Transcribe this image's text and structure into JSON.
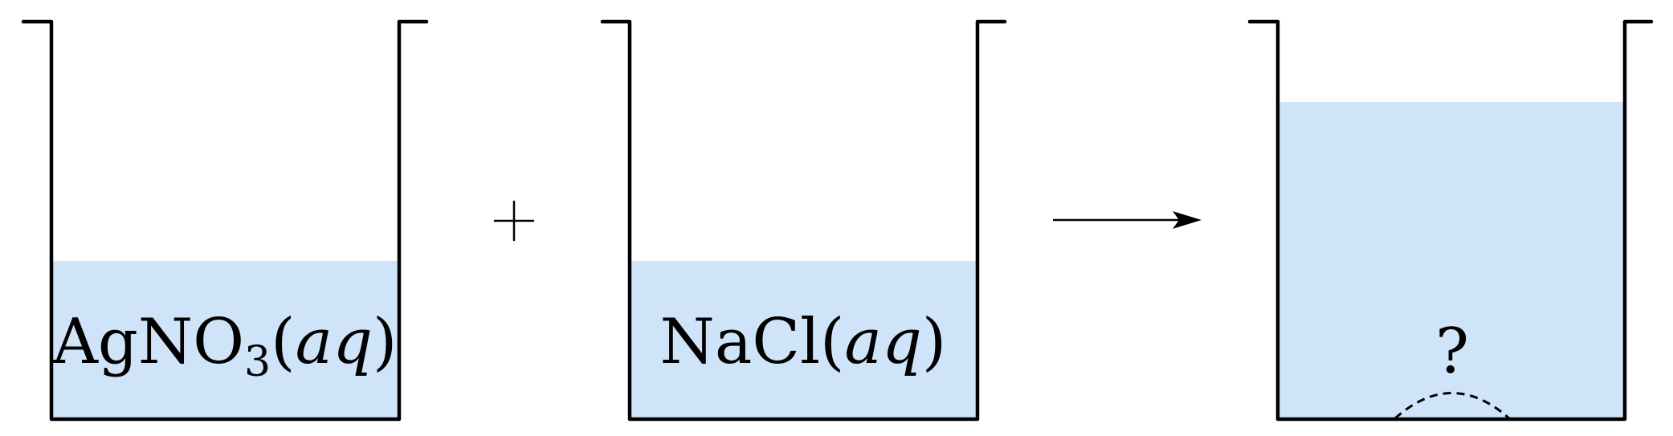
{
  "colors": {
    "liquid": "#cfe4f8",
    "stroke": "#000000"
  },
  "beakers": [
    {
      "formula": "AgNO",
      "subscript": "3",
      "state": "(aq)",
      "state_open": "(",
      "state_inner": "aq",
      "state_close": ")",
      "fill_fraction": 0.4
    },
    {
      "formula": "NaCl",
      "state_open": "(",
      "state_inner": "aq",
      "state_close": ")",
      "fill_fraction": 0.4
    },
    {
      "unknown_label": "?",
      "fill_fraction": 0.8
    }
  ],
  "operator": "plus-icon",
  "reaction_arrow": "arrow-right-icon"
}
